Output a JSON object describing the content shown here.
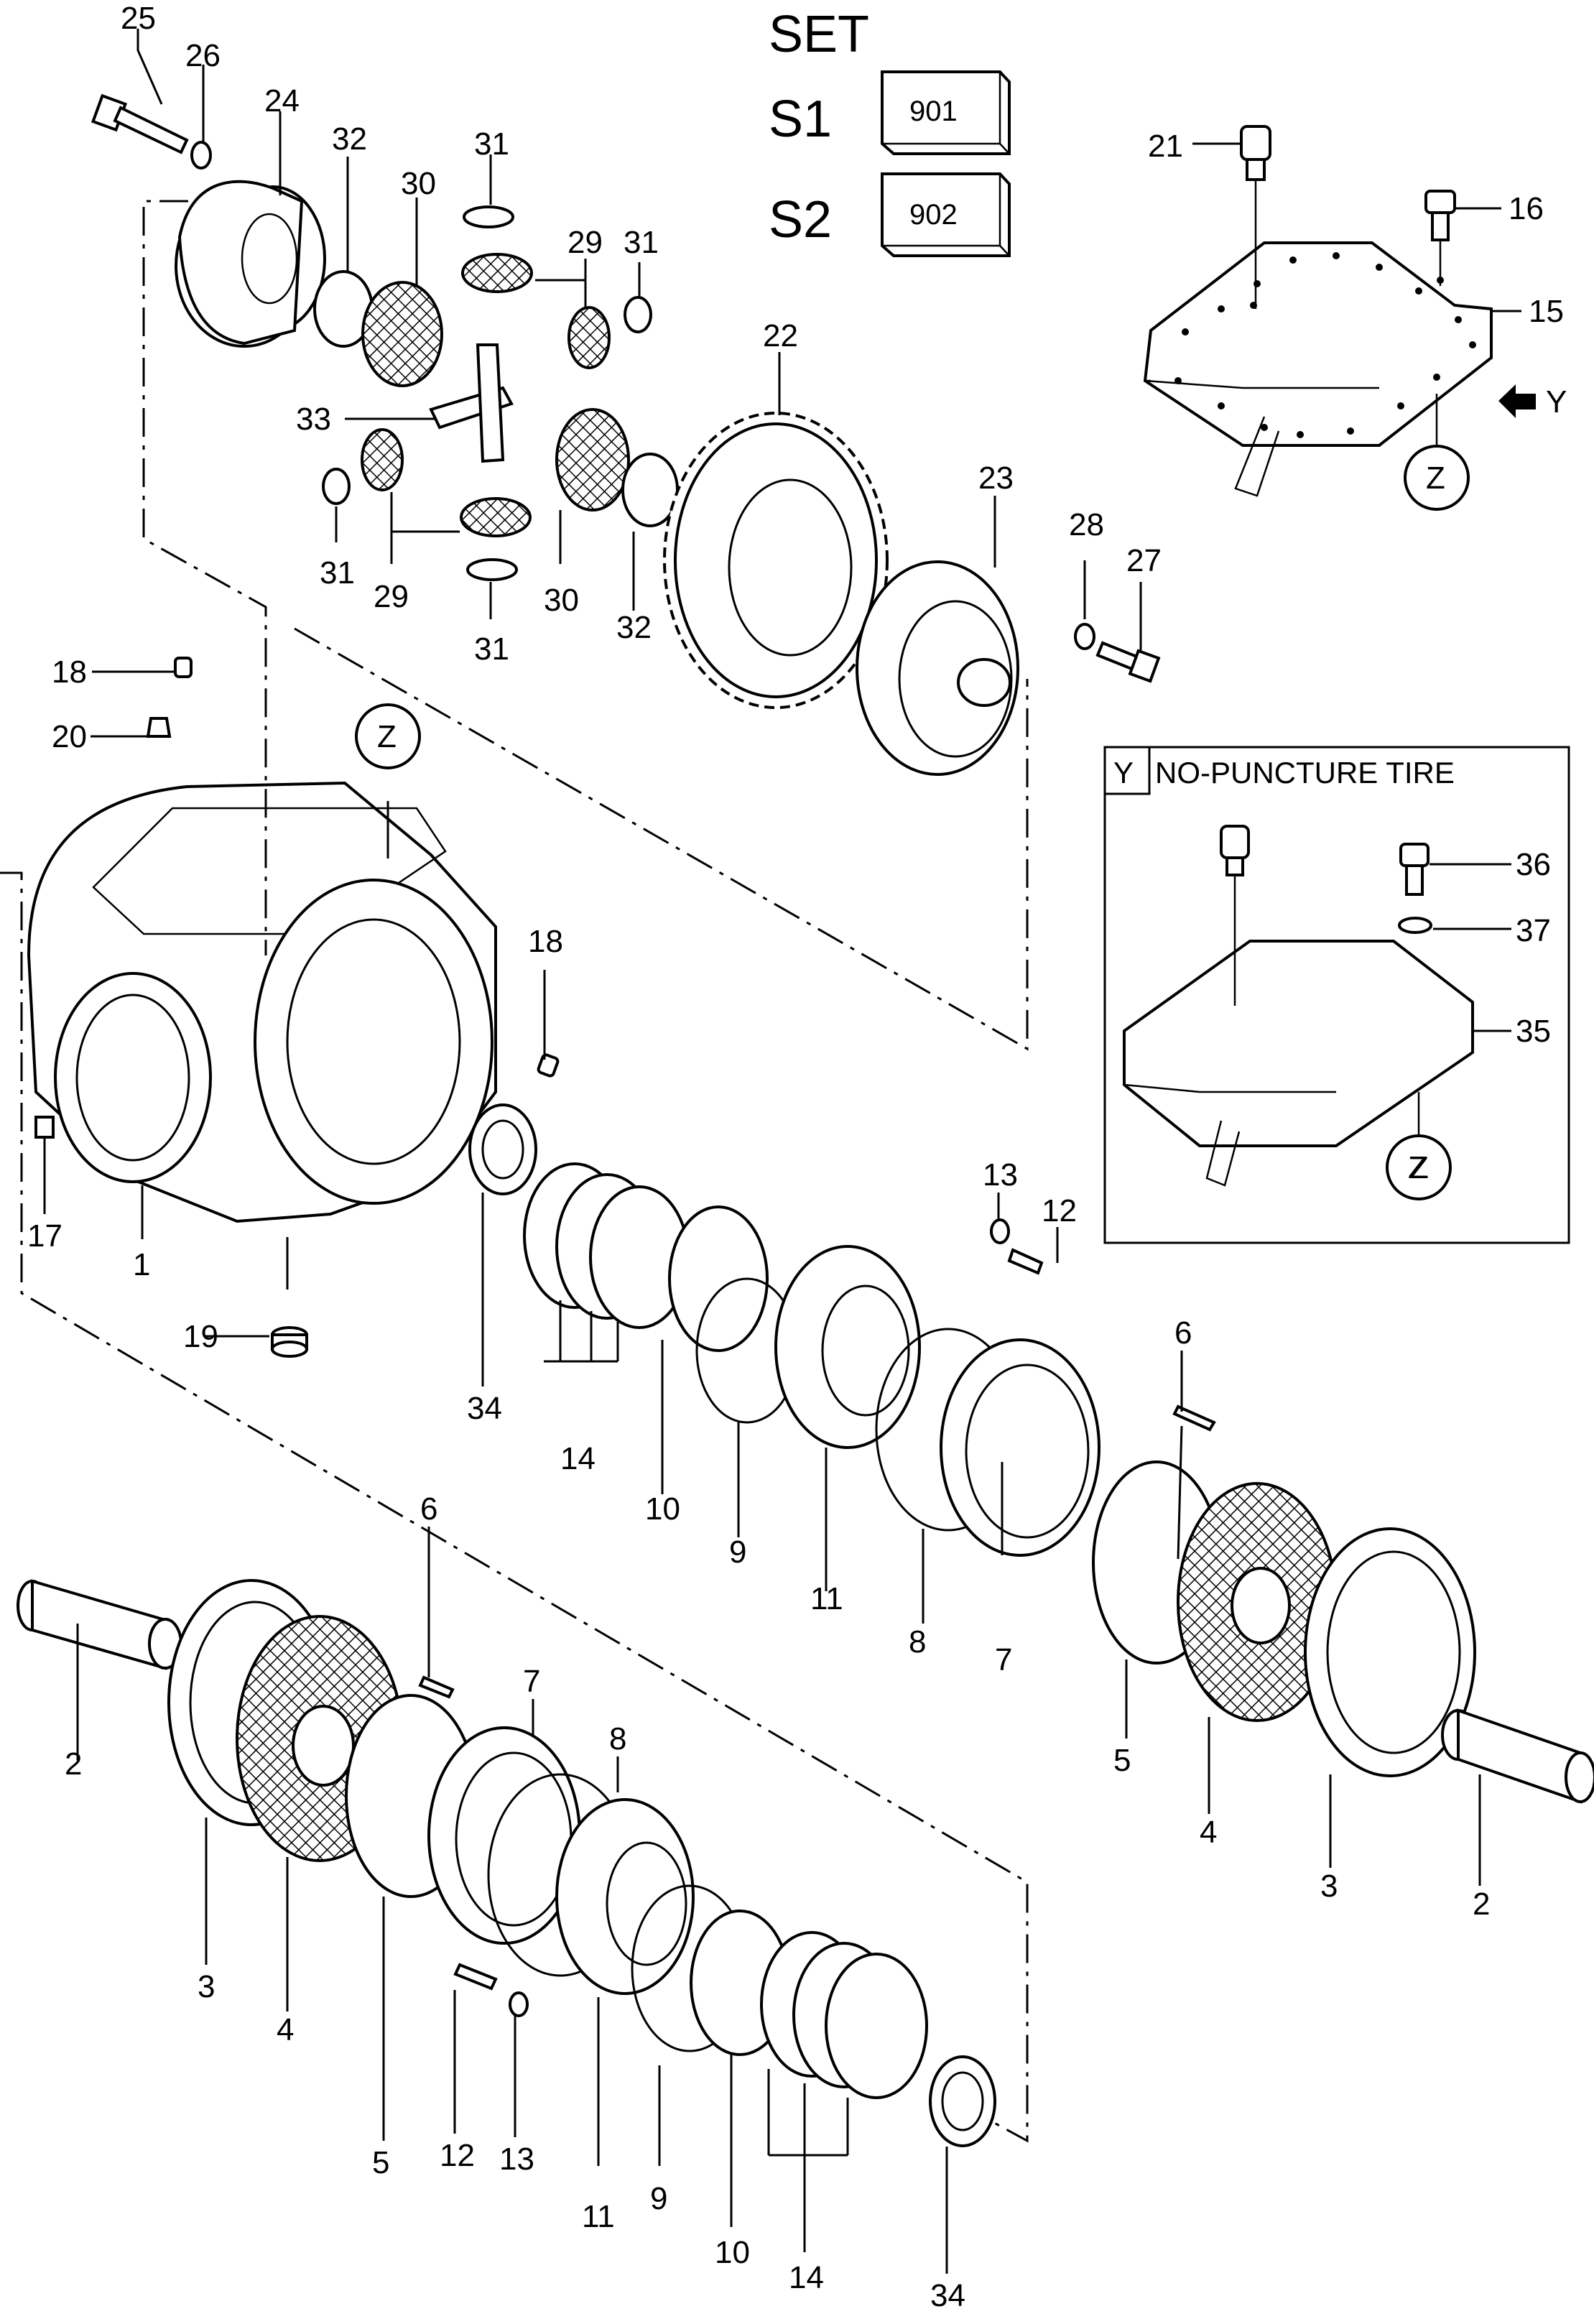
{
  "set": {
    "title": "SET",
    "items": [
      {
        "code": "S1",
        "value": "901"
      },
      {
        "code": "S2",
        "value": "902"
      }
    ]
  },
  "views": {
    "y_arrow_label": "Y",
    "z_marker": "Z",
    "inset_letter": "Y",
    "inset_title": "NO-PUNCTURE TIRE"
  },
  "callouts": [
    "25",
    "26",
    "24",
    "32",
    "30",
    "31",
    "29",
    "31",
    "33",
    "31",
    "29",
    "30",
    "31",
    "32",
    "22",
    "23",
    "28",
    "27",
    "21",
    "16",
    "15",
    "18",
    "20",
    "Z",
    "18",
    "17",
    "1",
    "19",
    "34",
    "14",
    "10",
    "9",
    "11",
    "13",
    "12",
    "6",
    "8",
    "7",
    "5",
    "4",
    "3",
    "2",
    "36",
    "37",
    "35",
    "Z",
    "2",
    "3",
    "4",
    "6",
    "7",
    "8",
    "5",
    "12",
    "13",
    "11",
    "9",
    "10",
    "14",
    "34"
  ]
}
